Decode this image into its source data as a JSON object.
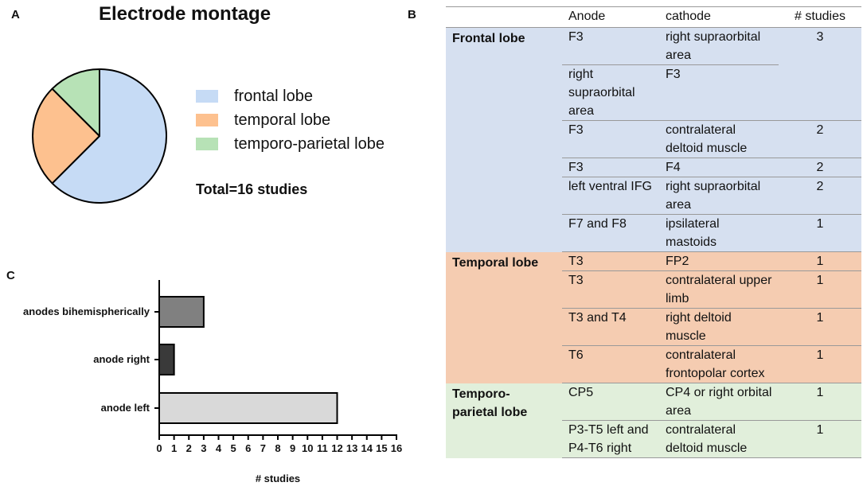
{
  "panels": {
    "a": "A",
    "b": "B",
    "c": "C"
  },
  "pie": {
    "title": "Electrode montage",
    "total": "Total=16 studies",
    "chart_data": {
      "type": "pie",
      "labels": [
        "frontal lobe",
        "temporal lobe",
        "temporo-parietal lobe"
      ],
      "values": [
        10,
        4,
        2
      ],
      "colors": [
        "#c6dbf5",
        "#fdc18f",
        "#b7e2b6"
      ]
    }
  },
  "bar": {
    "chart_data": {
      "type": "bar",
      "orientation": "horizontal",
      "categories": [
        "anodes bihemispherically",
        "anode right",
        "anode left"
      ],
      "values": [
        3,
        1,
        12
      ],
      "colors": [
        "#808080",
        "#3a3a3a",
        "#d9d9d9"
      ],
      "xlabel": "# studies",
      "xlim": [
        0,
        16
      ],
      "xticks": [
        "0",
        "1",
        "2",
        "3",
        "4",
        "5",
        "6",
        "7",
        "8",
        "9",
        "10",
        "11",
        "12",
        "13",
        "14",
        "15",
        "16"
      ]
    }
  },
  "table": {
    "headers": {
      "anode": "Anode",
      "cathode": "cathode",
      "studies": "# studies"
    },
    "groups": {
      "frontal": "Frontal lobe",
      "temporal": "Temporal lobe",
      "tp_line1": "Temporo-",
      "tp_line2": "parietal lobe"
    },
    "rows": [
      {
        "anode": "F3",
        "cathode": "right supraorbital area",
        "studies": "3"
      },
      {
        "anode": "right supraorbital area",
        "cathode": "F3",
        "studies": ""
      },
      {
        "anode": "F3",
        "cathode": "contralateral deltoid muscle",
        "studies": "2"
      },
      {
        "anode": "F3",
        "cathode": "F4",
        "studies": "2"
      },
      {
        "anode": "left ventral IFG",
        "cathode": "right supraorbital area",
        "studies": "2"
      },
      {
        "anode": "F7 and F8",
        "cathode": "ipsilateral mastoids",
        "studies": "1"
      },
      {
        "anode": "T3",
        "cathode": "FP2",
        "studies": "1"
      },
      {
        "anode": "T3",
        "cathode": "contralateral upper limb",
        "studies": "1"
      },
      {
        "anode": "T3 and T4",
        "cathode": "right deltoid muscle",
        "studies": "1"
      },
      {
        "anode": "T6",
        "cathode": "contralateral frontopolar cortex",
        "studies": "1"
      },
      {
        "anode": "CP5",
        "cathode": "CP4 or right orbital area",
        "studies": "1"
      },
      {
        "anode": "P3-T5 left and P4-T6 right",
        "cathode": "contralateral deltoid muscle",
        "studies": "1"
      }
    ]
  }
}
